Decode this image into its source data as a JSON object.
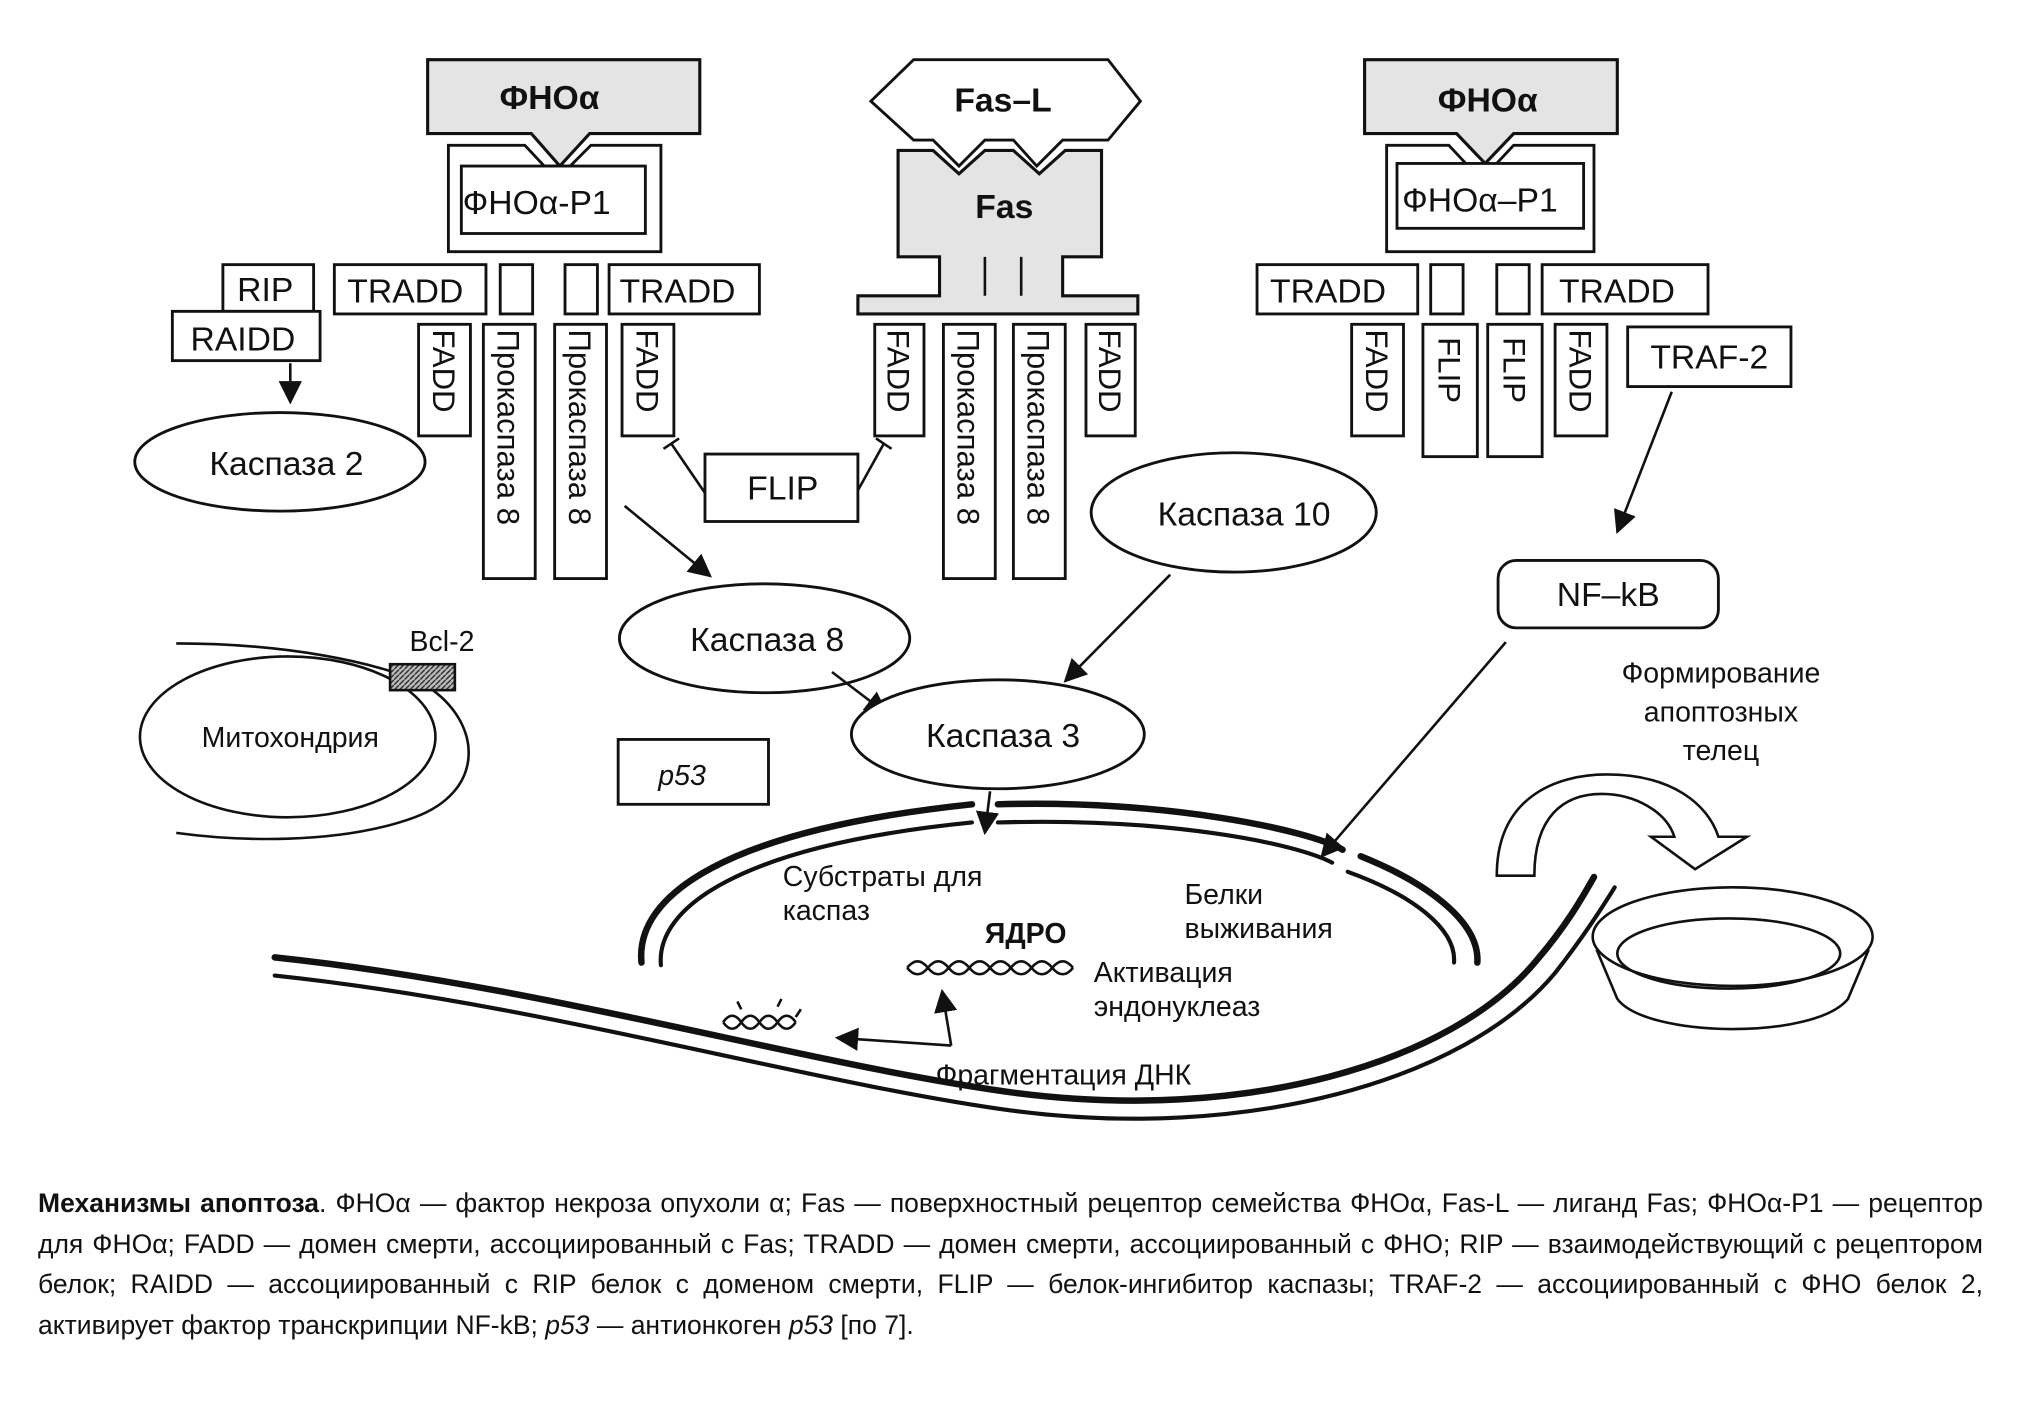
{
  "diagram": {
    "left_receptor": {
      "ligand": "ФНОα",
      "receptor": "ФНОα-Р1",
      "adapters": [
        "TRADD",
        "TRADD"
      ],
      "fadd": [
        "FADD",
        "FADD"
      ],
      "procaspases": [
        "Прокаспаза 8",
        "Прокаспаза 8"
      ]
    },
    "rip": "RIP",
    "raidd": "RAIDD",
    "caspase2": "Каспаза 2",
    "center_receptor": {
      "ligand": "Fas–L",
      "receptor": "Fas",
      "fadd": [
        "FADD",
        "FADD"
      ],
      "procaspases": [
        "Прокаспаза 8",
        "Прокаспаза 8"
      ]
    },
    "flip_center": "FLIP",
    "right_receptor": {
      "ligand": "ФНОα",
      "receptor": "ФНОα–Р1",
      "adapters": [
        "TRADD",
        "TRADD"
      ],
      "fadd": [
        "FADD",
        "FADD"
      ],
      "flip": [
        "FLIP",
        "FLIP"
      ]
    },
    "traf2": "TRAF-2",
    "nfkb": "NF–kB",
    "caspase10": "Каспаза 10",
    "caspase8": "Каспаза 8",
    "caspase3": "Каспаза 3",
    "bcl2": "Bcl-2",
    "mitochondria": "Митохондрия",
    "p53": "p53",
    "substrates": [
      "Субстраты для",
      "каспаз"
    ],
    "nucleus": "ЯДРО",
    "survival": [
      "Белки",
      "выживания"
    ],
    "endonuclease": [
      "Активация",
      "эндонуклеаз"
    ],
    "fragmentation": "Фрагментация ДНК",
    "bodies": [
      "Формирование",
      "апоптозных",
      "телец"
    ]
  },
  "caption": {
    "title": "Механизмы апоптоза",
    "parts": [
      ". ФНОα — фактор некроза опухоли α; Fas — поверхностный рецептор семейства ФНОα, Fas-L — лиганд Fas; ФНОα-Р1 — рецептор для ФНОα; FADD — домен смерти, ассоциированный с Fas; TRADD — домен смерти, ассоциированный с ФНО; RIP — взаимодействующий с рецептором белок; RAIDD — ассоциированный с RIP белок с доменом смерти, FLIP — белок-ингибитор каспазы; TRAF-2 — ассоциированный с ФНО белок 2, активирует фактор транс­крипции NF-kB; ",
      "p53",
      " — антионкоген ",
      "p53",
      " [по 7]."
    ]
  }
}
